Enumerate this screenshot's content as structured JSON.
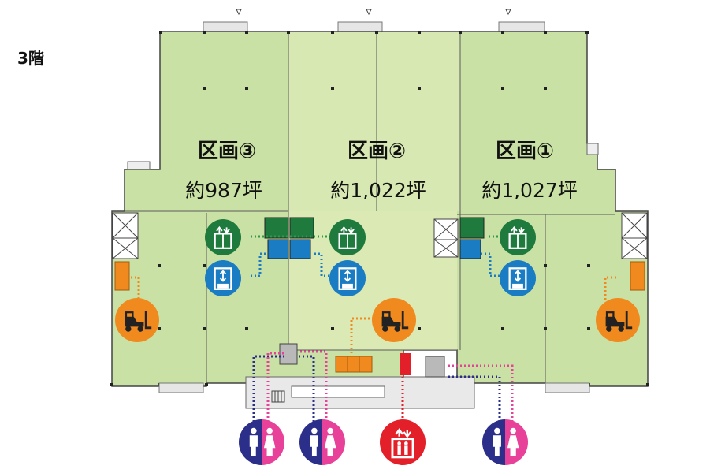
{
  "floor": {
    "label": "3階"
  },
  "zones": [
    {
      "name": "区画③",
      "area": "約987坪"
    },
    {
      "name": "区画②",
      "area": "約1,022坪"
    },
    {
      "name": "区画①",
      "area": "約1,027坪"
    }
  ],
  "colors": {
    "floor_green": "#c9e1a4",
    "floor_light": "#dbeab5",
    "freight_elevator": "#1f7a3d",
    "vertical_lift": "#1a7cc2",
    "forklift": "#f08a1f",
    "restroom_male": "#2b2f8a",
    "restroom_female": "#e8419a",
    "passenger_elevator": "#e3202a",
    "dots_green": "#2e9a4c",
    "dots_blue": "#1a7cc2",
    "dots_orange": "#f08a1f",
    "dots_navy": "#2b2f8a",
    "dots_pink": "#e8419a",
    "dots_red": "#e3202a"
  },
  "icons": {
    "freight_elevator": "freight-elevator-icon",
    "vertical_lift": "vertical-conveyor-icon",
    "forklift": "forklift-icon",
    "restroom": "restroom-icon",
    "passenger_elevator": "passenger-elevator-icon",
    "stairs": "stairs-icon"
  }
}
